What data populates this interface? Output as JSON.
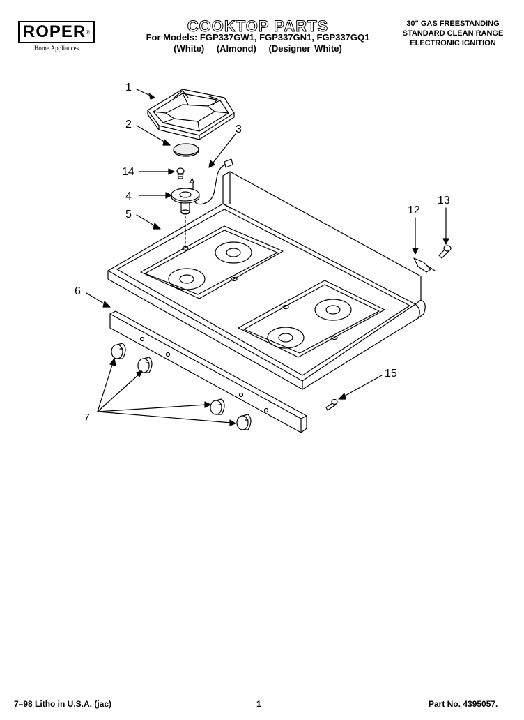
{
  "logo": {
    "word": "ROPER",
    "tm": "®",
    "sub": "Home Appliances"
  },
  "header": {
    "title": "COOKTOP PARTS",
    "models_line": "For Models: FGP337GW1, FGP337GN1, FGP337GQ1",
    "variants": [
      "(White)",
      "(Almond)",
      "(Designer White)"
    ],
    "right_lines": [
      "30\" GAS FREESTANDING",
      "STANDARD CLEAN RANGE",
      "ELECTRONIC IGNITION"
    ]
  },
  "callouts": {
    "c1": "1",
    "c2": "2",
    "c3": "3",
    "c4": "4",
    "c5": "5",
    "c6": "6",
    "c7": "7",
    "c12": "12",
    "c13": "13",
    "c14": "14",
    "c15": "15"
  },
  "footer": {
    "litho": "7–98 Litho in U.S.A. (jac)",
    "page": "1",
    "part_no": "Part No. 4395057."
  }
}
